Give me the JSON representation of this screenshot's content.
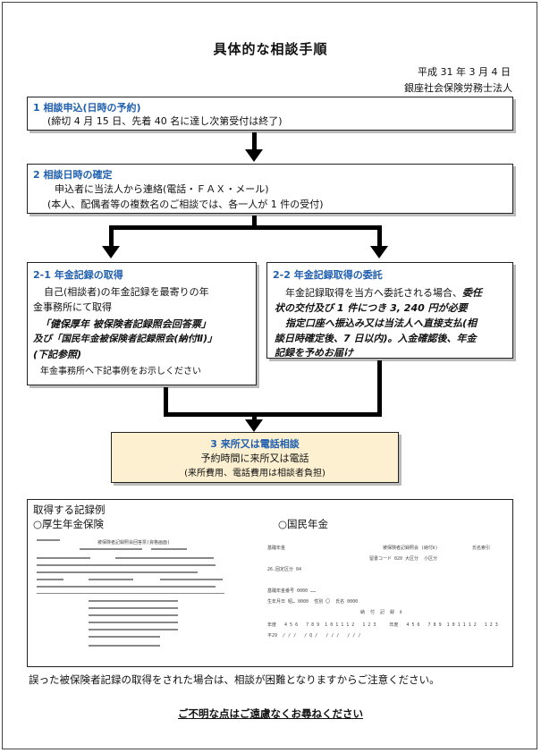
{
  "title": "具体的な相談手順",
  "date": "平成 31 年 3 月 4 日",
  "org": "銀座社会保険労務士法人",
  "step1": {
    "heading": "1  相談申込(日時の予約)",
    "line1": "(締切 4 月 15 日、先着 40 名に達し次第受付は終了)"
  },
  "step2": {
    "heading": "2  相談日時の確定",
    "line1": "申込者に当法人から連絡(電話・ＦＡＸ・メール)",
    "line2": "(本人、配偶者等の複数名のご相談では、各一人が 1 件の受付)"
  },
  "step21": {
    "heading": "2-1  年金記録の取得",
    "line1": "自己(相談者)の年金記録を最寄りの年",
    "line2": "金事務所にて取得",
    "line3": "「健保厚年  被保険者記録照会回答票」",
    "line4": "及び「国民年金被保険者記録照会(納付Ⅱ)」",
    "line5": "(下記参照)",
    "line6": "年金事務所へ下記事例をお示しください"
  },
  "step22": {
    "heading": "2-2  年金記録取得の委託",
    "line1a": "年金記録取得を当方へ委託される場合、",
    "line1b": "委任",
    "line2": "状の交付及び 1 件につき 3, 240 円が必要",
    "line3": "指定口座へ振込み又は当法人へ直接支払(相",
    "line4": "談日時確定後、7 日以内)。入金確認後、年金",
    "line5": "記録を予めお届け"
  },
  "step3": {
    "heading": "3  来所又は電話相談",
    "line1": "予約時間に来所又は電話",
    "line2": "(来所費用、電話費用は相談者負担)"
  },
  "examples": {
    "heading": "取得する記録例",
    "left_label": "○厚生年金保険",
    "right_label": "○国民年金",
    "left_doc_title": "被保険者記録照会回答票(資格画面)",
    "right_doc_title": "被保険者記録照会 (納付Ⅱ)",
    "right_header": "基礎年金",
    "right_suffix": "氏名索引",
    "right_code": "留書コード 020 大区分  小区分",
    "right_line1": "26.固定区分 04",
    "right_line2": "基礎年金番号 0000 ……",
    "right_line3": "生年月日 昭… 0000  性別 〇  氏名 0000",
    "right_line4": "納  付  記  録  Ⅱ",
    "right_line5": "年度   4 5 6   7 8 9  1 0 1 1 1 2   1 2 3     年度   4 5 6   7 8 9  1 0 1 1 1 2   1 2 3",
    "right_line6": "平29  / / /   / Q /   / / /   / / /"
  },
  "notice": "誤った被保険者記録の取得をされた場合は、相談が困難となりますからご注意ください。",
  "footer": "ご不明な点はご遠慮なくお尋ねください"
}
